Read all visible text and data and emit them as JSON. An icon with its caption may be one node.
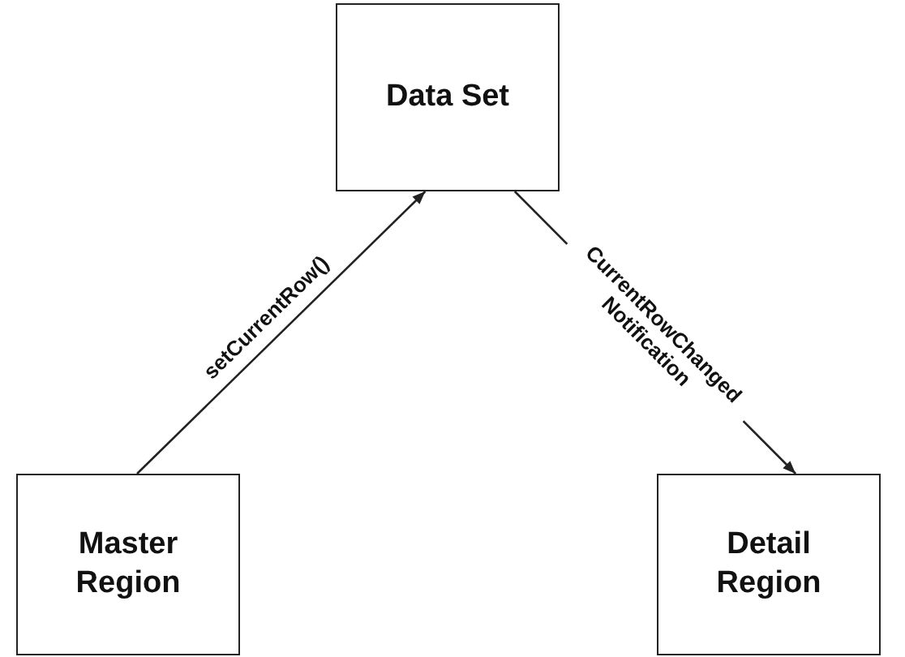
{
  "diagram": {
    "nodes": [
      {
        "text": [
          "Data Set"
        ]
      },
      {
        "text": [
          "Master Region"
        ]
      },
      {
        "text": [
          "Detail Region"
        ]
      }
    ],
    "edges": [
      {
        "from": 1,
        "to": 0,
        "arrow": "to",
        "label": "setCurrentRow()"
      },
      {
        "from": 0,
        "to": 2,
        "arrow": "to",
        "label": "CurrentRowChanged Notification"
      }
    ]
  }
}
